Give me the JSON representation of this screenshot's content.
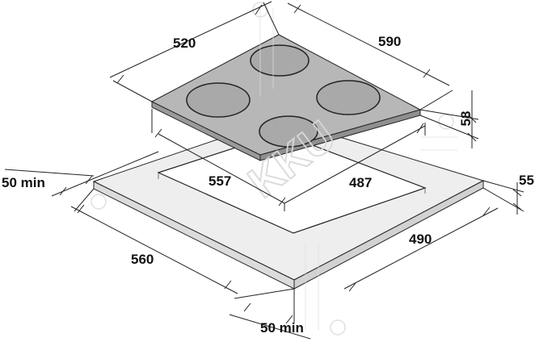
{
  "diagram": {
    "type": "installation-dimensions",
    "dimensions": {
      "hob_width": "590",
      "hob_depth": "520",
      "hob_height": "58",
      "cutout_width": "557",
      "cutout_depth": "487",
      "worktop_thickness": "55",
      "worktop_depth": "490",
      "worktop_width": "560",
      "clearance_left": "50 min",
      "clearance_front": "50 min"
    },
    "burners": 4,
    "watermark_text": "KKU",
    "colors": {
      "hob_top": "#b7b7b7",
      "hob_side": "#9a9a9a",
      "burner": "#a9a9a9",
      "worktop_top": "#eeeeee",
      "worktop_side": "#dcdcdc",
      "cutout": "#ffffff",
      "lines": "#222222",
      "watermark": "#d9d9d9"
    }
  }
}
